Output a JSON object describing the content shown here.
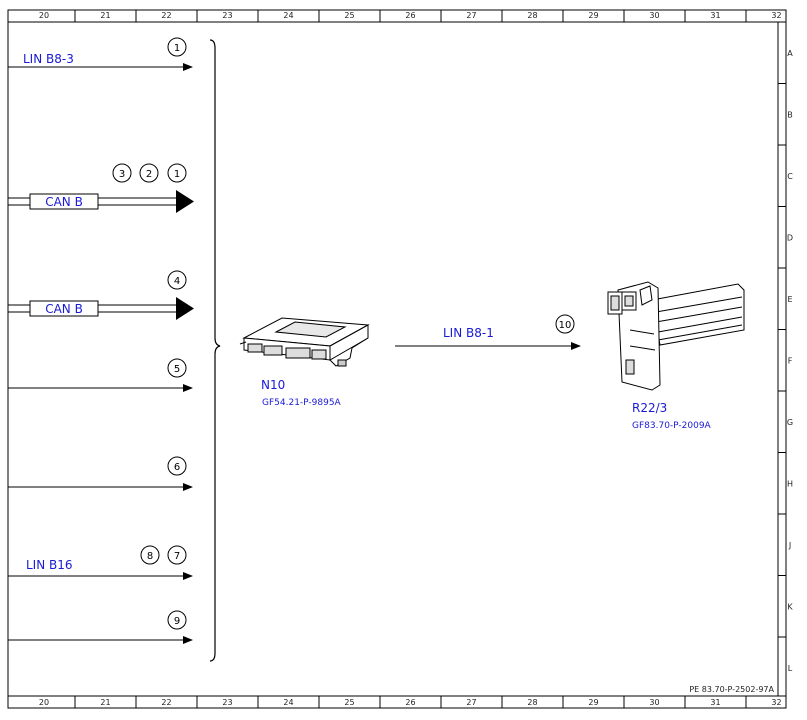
{
  "grid": {
    "columns": [
      "20",
      "21",
      "22",
      "23",
      "24",
      "25",
      "26",
      "27",
      "28",
      "29",
      "30",
      "31",
      "32"
    ],
    "rows": [
      "A",
      "B",
      "C",
      "D",
      "E",
      "F",
      "G",
      "H",
      "J",
      "K",
      "L"
    ]
  },
  "doc_code": "PE 83.70-P-2502-97A",
  "colors": {
    "label_blue": "#1a1ad6",
    "line": "#000000"
  },
  "inputs": [
    {
      "label": "LIN B8-3",
      "bubbles": [
        "1"
      ]
    },
    {
      "label": "CAN B",
      "bubbles": [
        "3",
        "2",
        "1"
      ]
    },
    {
      "label": "CAN B",
      "bubbles": [
        "4"
      ]
    },
    {
      "label": "",
      "bubbles": [
        "5"
      ]
    },
    {
      "label": "",
      "bubbles": [
        "6"
      ]
    },
    {
      "label": "LIN B16",
      "bubbles": [
        "8",
        "7"
      ]
    },
    {
      "label": "",
      "bubbles": [
        "9"
      ]
    }
  ],
  "components": [
    {
      "id": "N10",
      "ref": "GF54.21-P-9895A",
      "icon": "control-unit-icon"
    },
    {
      "id": "R22/3",
      "ref": "GF83.70-P-2009A",
      "icon": "heater-element-icon"
    }
  ],
  "link": {
    "label": "LIN B8-1",
    "bubble": "10"
  }
}
